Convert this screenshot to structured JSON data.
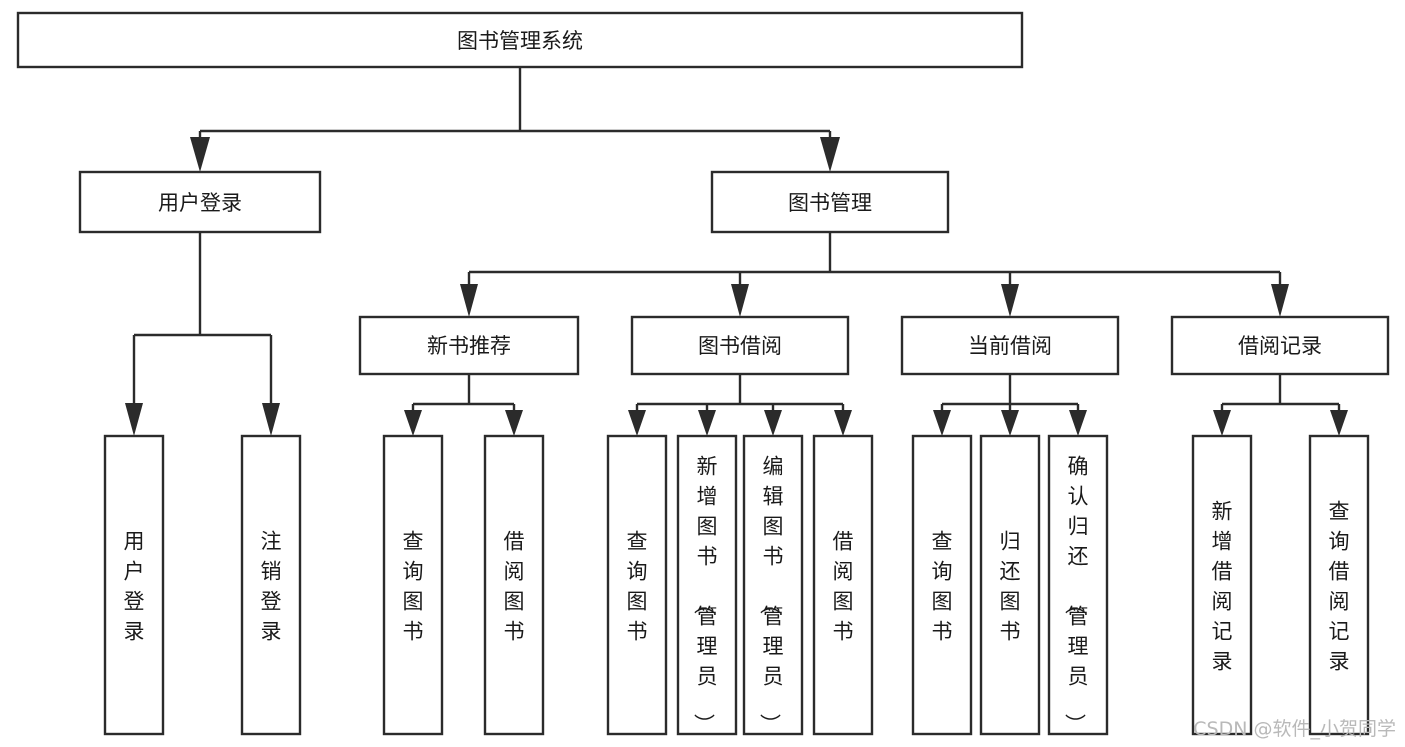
{
  "diagram": {
    "title": "图书管理系统",
    "type": "tree",
    "colors": {
      "stroke": "#2b2b2b",
      "fill": "#ffffff",
      "text": "#1a1a1a",
      "watermark": "#b9b9b9",
      "background": "#ffffff"
    },
    "levels": {
      "root": {
        "label": "图书管理系统",
        "orientation": "horizontal"
      },
      "level2": [
        {
          "label": "用户登录",
          "orientation": "horizontal"
        },
        {
          "label": "图书管理",
          "orientation": "horizontal"
        }
      ],
      "level3": [
        {
          "label": "新书推荐",
          "orientation": "horizontal"
        },
        {
          "label": "图书借阅",
          "orientation": "horizontal"
        },
        {
          "label": "当前借阅",
          "orientation": "horizontal"
        },
        {
          "label": "借阅记录",
          "orientation": "horizontal"
        }
      ],
      "leaves": [
        {
          "label": "用户登录",
          "orientation": "vertical",
          "parent": "用户登录"
        },
        {
          "label": "注销登录",
          "orientation": "vertical",
          "parent": "用户登录"
        },
        {
          "label": "查询图书",
          "orientation": "vertical",
          "parent": "新书推荐"
        },
        {
          "label": "借阅图书",
          "orientation": "vertical",
          "parent": "新书推荐"
        },
        {
          "label": "查询图书",
          "orientation": "vertical",
          "parent": "图书借阅"
        },
        {
          "label": "新增图书（管理员）",
          "orientation": "vertical",
          "parent": "图书借阅"
        },
        {
          "label": "编辑图书（管理员）",
          "orientation": "vertical",
          "parent": "图书借阅"
        },
        {
          "label": "借阅图书",
          "orientation": "vertical",
          "parent": "图书借阅"
        },
        {
          "label": "查询图书",
          "orientation": "vertical",
          "parent": "当前借阅"
        },
        {
          "label": "归还图书",
          "orientation": "vertical",
          "parent": "当前借阅"
        },
        {
          "label": "确认归还（管理员）",
          "orientation": "vertical",
          "parent": "当前借阅"
        },
        {
          "label": "新增借阅记录",
          "orientation": "vertical",
          "parent": "借阅记录"
        },
        {
          "label": "查询借阅记录",
          "orientation": "vertical",
          "parent": "借阅记录"
        }
      ]
    },
    "watermark": "CSDN @软件_小贺同学"
  }
}
